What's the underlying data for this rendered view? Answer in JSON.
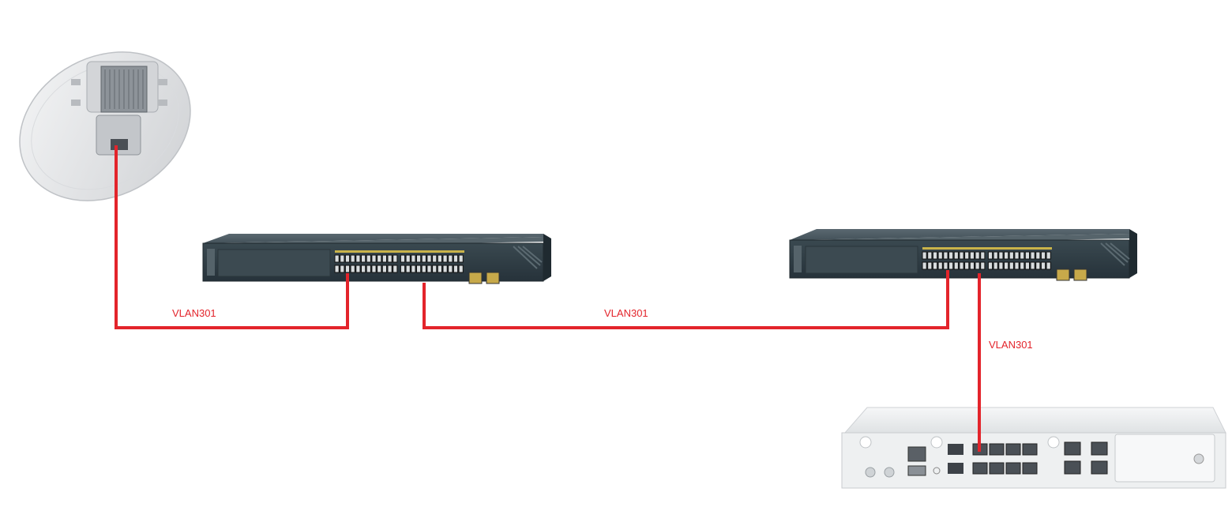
{
  "colors": {
    "link": "#e3242b",
    "label": "#e3242b",
    "switch_body": "#3e4b53",
    "switch_face": "#2f3b42",
    "router_body": "#eceeef",
    "antenna_body": "#e6e7e9"
  },
  "devices": [
    {
      "kind": "dish-antenna",
      "icon": "dish-antenna-icon"
    },
    {
      "kind": "switch-24-port",
      "icon": "network-switch-icon"
    },
    {
      "kind": "switch-24-port",
      "icon": "network-switch-icon"
    },
    {
      "kind": "router-appliance",
      "icon": "router-icon"
    }
  ],
  "links": [
    {
      "label": "VLAN301"
    },
    {
      "label": "VLAN301"
    },
    {
      "label": "VLAN301"
    }
  ]
}
